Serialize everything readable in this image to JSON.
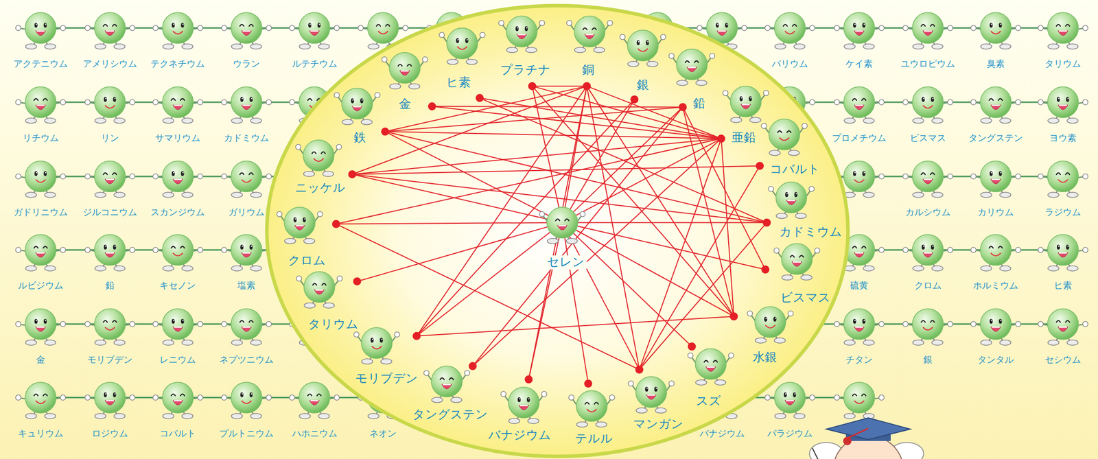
{
  "diagram": {
    "nodes": [
      {
        "text": [
          "プラチナ"
        ]
      },
      {
        "text": [
          "銅"
        ]
      },
      {
        "text": [
          "銀"
        ]
      },
      {
        "text": [
          "鉛"
        ]
      },
      {
        "text": [
          "亜鉛"
        ]
      },
      {
        "text": [
          "コバルト"
        ]
      },
      {
        "text": [
          "カドミウム"
        ]
      },
      {
        "text": [
          "ビスマス"
        ]
      },
      {
        "text": [
          "水銀"
        ]
      },
      {
        "text": [
          "スズ"
        ]
      },
      {
        "text": [
          "マンガン"
        ]
      },
      {
        "text": [
          "テルル"
        ]
      },
      {
        "text": [
          "バナジウム"
        ]
      },
      {
        "text": [
          "タングステン"
        ]
      },
      {
        "text": [
          "モリブデン"
        ]
      },
      {
        "text": [
          "タリウム"
        ]
      },
      {
        "text": [
          "クロム"
        ]
      },
      {
        "text": [
          "ニッケル"
        ]
      },
      {
        "text": [
          "鉄"
        ]
      },
      {
        "text": [
          "金"
        ]
      },
      {
        "text": [
          "ヒ素"
        ]
      },
      {
        "text": [
          "セレン"
        ]
      }
    ],
    "edges": [
      {
        "from": 21,
        "to": 0,
        "arrow": "none"
      },
      {
        "from": 21,
        "to": 1,
        "arrow": "none"
      },
      {
        "from": 21,
        "to": 2,
        "arrow": "none"
      },
      {
        "from": 21,
        "to": 3,
        "arrow": "none"
      },
      {
        "from": 21,
        "to": 4,
        "arrow": "none"
      },
      {
        "from": 21,
        "to": 6,
        "arrow": "none"
      },
      {
        "from": 21,
        "to": 7,
        "arrow": "none"
      },
      {
        "from": 21,
        "to": 8,
        "arrow": "none"
      },
      {
        "from": 21,
        "to": 9,
        "arrow": "none"
      },
      {
        "from": 21,
        "to": 10,
        "arrow": "none"
      },
      {
        "from": 21,
        "to": 11,
        "arrow": "none"
      },
      {
        "from": 21,
        "to": 12,
        "arrow": "none"
      },
      {
        "from": 21,
        "to": 14,
        "arrow": "none"
      },
      {
        "from": 21,
        "to": 15,
        "arrow": "none"
      },
      {
        "from": 21,
        "to": 16,
        "arrow": "none"
      },
      {
        "from": 21,
        "to": 17,
        "arrow": "none"
      },
      {
        "from": 21,
        "to": 18,
        "arrow": "none"
      },
      {
        "from": 18,
        "to": 4,
        "arrow": "none"
      },
      {
        "from": 18,
        "to": 3,
        "arrow": "none"
      },
      {
        "from": 19,
        "to": 4,
        "arrow": "none"
      },
      {
        "from": 19,
        "to": 3,
        "arrow": "none"
      },
      {
        "from": 0,
        "to": 1,
        "arrow": "none"
      },
      {
        "from": 0,
        "to": 4,
        "arrow": "none"
      },
      {
        "from": 0,
        "to": 8,
        "arrow": "none"
      },
      {
        "from": 1,
        "to": 4,
        "arrow": "none"
      },
      {
        "from": 1,
        "to": 8,
        "arrow": "none"
      },
      {
        "from": 1,
        "to": 10,
        "arrow": "none"
      },
      {
        "from": 1,
        "to": 17,
        "arrow": "none"
      },
      {
        "from": 1,
        "to": 18,
        "arrow": "none"
      },
      {
        "from": 20,
        "to": 6,
        "arrow": "none"
      },
      {
        "from": 20,
        "to": 4,
        "arrow": "none"
      },
      {
        "from": 2,
        "to": 14,
        "arrow": "none"
      },
      {
        "from": 3,
        "to": 13,
        "arrow": "none"
      },
      {
        "from": 4,
        "to": 8,
        "arrow": "none"
      },
      {
        "from": 4,
        "to": 17,
        "arrow": "none"
      },
      {
        "from": 4,
        "to": 16,
        "arrow": "none"
      },
      {
        "from": 4,
        "to": 10,
        "arrow": "none"
      },
      {
        "from": 5,
        "to": 10,
        "arrow": "none"
      },
      {
        "from": 5,
        "to": 17,
        "arrow": "none"
      },
      {
        "from": 6,
        "to": 10,
        "arrow": "none"
      },
      {
        "from": 6,
        "to": 18,
        "arrow": "none"
      },
      {
        "from": 3,
        "to": 7,
        "arrow": "none"
      },
      {
        "from": 8,
        "to": 14,
        "arrow": "none"
      },
      {
        "from": 3,
        "to": 8,
        "arrow": "none"
      },
      {
        "from": 16,
        "to": 10,
        "arrow": "none"
      },
      {
        "from": 14,
        "to": 1,
        "arrow": "none"
      },
      {
        "from": 12,
        "to": 1,
        "arrow": "none"
      },
      {
        "from": 17,
        "to": 6,
        "arrow": "none"
      },
      {
        "from": 13,
        "to": 4,
        "arrow": "none"
      }
    ],
    "labels": [
      "アクテニウム",
      "アメリシウム",
      "テクネチウム",
      "ウラン",
      "ルテチウム",
      "バリウム",
      "ケイ素",
      "ユウロピウム",
      "臭素",
      "タリウム",
      "リチウム",
      "リン",
      "サマリウム",
      "カドミウム",
      "プロメチウム",
      "ビスマス",
      "タングステン",
      "ヨウ素",
      "ガドリニウム",
      "ジルコニウム",
      "スカンジウム",
      "ガリウム",
      "カルシウム",
      "カリウム",
      "ラジウム",
      "ルビジウム",
      "鉛",
      "キセノン",
      "塩素",
      "硫黄",
      "クロム",
      "ホルミウム",
      "ヒ素",
      "金",
      "モリブデン",
      "レニウム",
      "ネプツニウム",
      "チタン",
      "銀",
      "タンタル",
      "セシウム",
      "キュリウム",
      "ロジウム",
      "コバルト",
      "プルトニウム",
      "ハホニウム",
      "ネオン",
      "バナジウム",
      "パラジウム"
    ]
  }
}
